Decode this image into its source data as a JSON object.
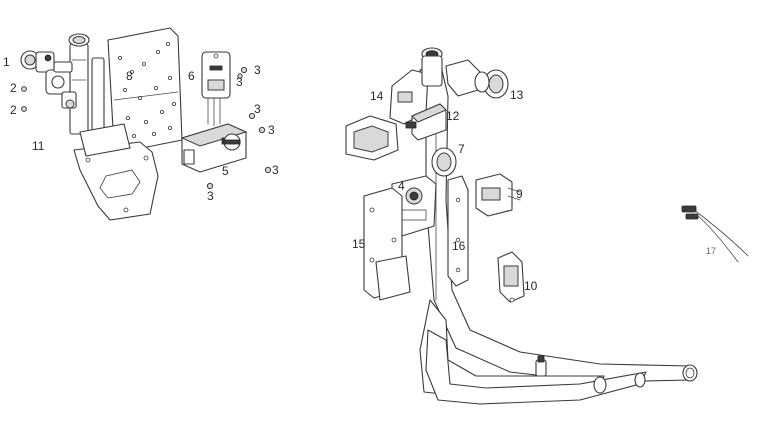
{
  "diagram": {
    "callouts": [
      {
        "id": "c1",
        "text": "1"
      },
      {
        "id": "c2a",
        "text": "2"
      },
      {
        "id": "c2b",
        "text": "2"
      },
      {
        "id": "c3a",
        "text": "3"
      },
      {
        "id": "c3b",
        "text": "3"
      },
      {
        "id": "c3c",
        "text": "3"
      },
      {
        "id": "c3d",
        "text": "3"
      },
      {
        "id": "c3e",
        "text": "3"
      },
      {
        "id": "c3f",
        "text": "3"
      },
      {
        "id": "c4",
        "text": "4"
      },
      {
        "id": "c5",
        "text": "5"
      },
      {
        "id": "c6",
        "text": "6"
      },
      {
        "id": "c7",
        "text": "7"
      },
      {
        "id": "c8",
        "text": "8"
      },
      {
        "id": "c9",
        "text": "9"
      },
      {
        "id": "c10",
        "text": "10"
      },
      {
        "id": "c11",
        "text": "11"
      },
      {
        "id": "c12",
        "text": "12"
      },
      {
        "id": "c13",
        "text": "13"
      },
      {
        "id": "c14",
        "text": "14"
      },
      {
        "id": "c15",
        "text": "15"
      },
      {
        "id": "c16",
        "text": "16"
      },
      {
        "id": "c17",
        "text": "17"
      }
    ]
  }
}
